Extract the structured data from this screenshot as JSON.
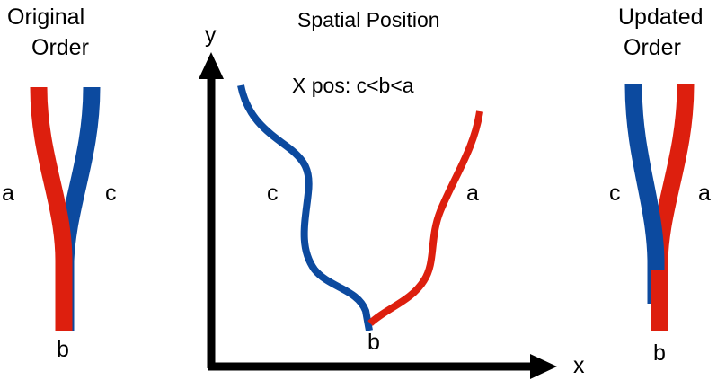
{
  "left_panel": {
    "title_line1": "Original",
    "title_line2": "Order",
    "label_left": "a",
    "label_right": "c",
    "label_bottom": "b"
  },
  "center_panel": {
    "title": "Spatial Position",
    "note": "X pos: c<b<a",
    "axis_y": "y",
    "axis_x": "x",
    "label_c": "c",
    "label_a": "a",
    "label_b": "b"
  },
  "right_panel": {
    "title_line1": "Updated",
    "title_line2": "Order",
    "label_left": "c",
    "label_right": "a",
    "label_bottom": "b"
  },
  "colors": {
    "branch_a": "#dd1f0e",
    "branch_c": "#0c4a9f",
    "axis": "#000000"
  }
}
